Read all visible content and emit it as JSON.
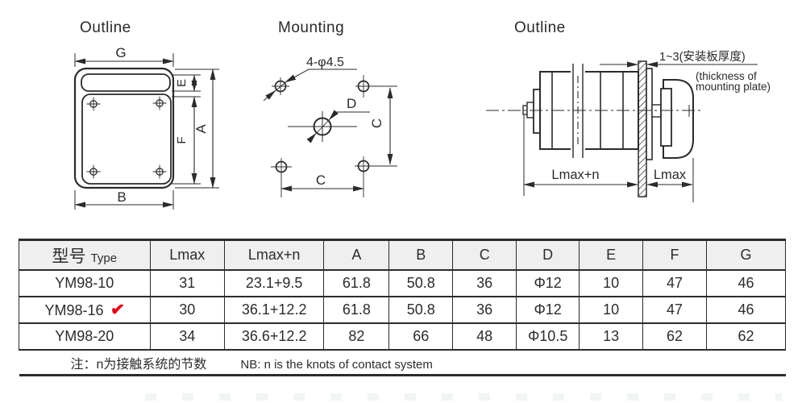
{
  "page": {
    "line_color": "#2b2b2b",
    "check_color": "#e50016"
  },
  "drawings": {
    "front_view": {
      "title": "Outline",
      "dim_g": "G",
      "dim_b": "B",
      "dim_a": "A",
      "dim_e": "E",
      "dim_f": "F"
    },
    "mounting_view": {
      "title": "Mounting",
      "holes_label": "4-φ4.5",
      "dim_d": "D",
      "dim_c_vertical": "C",
      "dim_c_horizontal": "C"
    },
    "side_view": {
      "title": "Outline",
      "plate_note_cn": "1~3(安装板厚度)",
      "plate_note_en_line1": "(thickness of",
      "plate_note_en_line2": "mounting plate)",
      "dim_lmax_n": "Lmax+n",
      "dim_lmax": "Lmax"
    }
  },
  "table": {
    "header": {
      "model_cn": "型号",
      "model_en": "Type",
      "cols": [
        "Lmax",
        "Lmax+n",
        "A",
        "B",
        "C",
        "D",
        "E",
        "F",
        "G"
      ]
    },
    "rows": [
      {
        "model": "YM98-10",
        "check": "",
        "values": [
          "31",
          "23.1+9.5",
          "61.8",
          "50.8",
          "36",
          "Φ12",
          "10",
          "47",
          "46"
        ]
      },
      {
        "model": "YM98-16",
        "check": "✔",
        "values": [
          "30",
          "36.1+12.2",
          "61.8",
          "50.8",
          "36",
          "Φ12",
          "10",
          "47",
          "46"
        ]
      },
      {
        "model": "YM98-20",
        "check": "",
        "values": [
          "34",
          "36.6+12.2",
          "82",
          "66",
          "48",
          "Φ10.5",
          "13",
          "62",
          "62"
        ]
      }
    ],
    "note_cn": "注：n为接触系统的节数",
    "note_en": "NB: n is the knots of contact system"
  }
}
